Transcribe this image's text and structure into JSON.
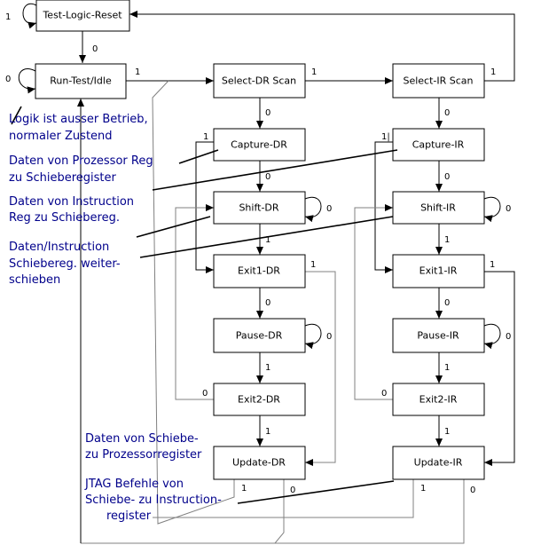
{
  "states": {
    "test_logic_reset": "Test-Logic-Reset",
    "run_test_idle": "Run-Test/Idle",
    "select_dr_scan": "Select-DR Scan",
    "select_ir_scan": "Select-IR Scan",
    "capture_dr": "Capture-DR",
    "capture_ir": "Capture-IR",
    "shift_dr": "Shift-DR",
    "shift_ir": "Shift-IR",
    "exit1_dr": "Exit1-DR",
    "exit1_ir": "Exit1-IR",
    "pause_dr": "Pause-DR",
    "pause_ir": "Pause-IR",
    "exit2_dr": "Exit2-DR",
    "exit2_ir": "Exit2-IR",
    "update_dr": "Update-DR",
    "update_ir": "Update-IR"
  },
  "labels": {
    "tlr_self": "1",
    "tlr_to_rti": "0",
    "rti_self": "0",
    "rti_to_seldr": "1",
    "seldr_to_selir": "1",
    "selir_to_tlr": "1",
    "seldr_to_capdr": "0",
    "selir_to_capir": "0",
    "capdr_to_exit1": "1",
    "capir_to_exit1": "1|",
    "capdr_to_shift": "0",
    "capir_to_shift": "0",
    "shiftdr_self": "0",
    "shiftir_self": "0",
    "shiftdr_to_exit1": "1",
    "shiftir_to_exit1": "1",
    "exit1dr_to_update": "1",
    "exit1ir_to_update": "1",
    "exit1dr_to_pause": "0",
    "exit1ir_to_pause": "0",
    "pausedr_self": "0",
    "pauseir_self": "0",
    "pausedr_to_exit2": "1",
    "pauseir_to_exit2": "1",
    "exit2dr_to_shift": "0",
    "exit2ir_to_shift": "0",
    "exit2dr_to_update": "1",
    "exit2ir_to_update": "1",
    "updatedr_1": "1",
    "updatedr_0": "0",
    "updateir_1": "1",
    "updateir_0": "0"
  },
  "annotations": {
    "logik_line1": "Logik ist ausser Betrieb,",
    "logik_line2": "normaler Zustend",
    "prozessor_line1": "Daten von Prozessor Reg",
    "prozessor_line2": "zu Schieberegister",
    "instruction_line1": "Daten von Instruction",
    "instruction_line2": "Reg zu Schiebereg.",
    "shift_line1": "Daten/Instruction",
    "shift_line2": "Schiebereg. weiter-",
    "shift_line3": "schieben",
    "update_dr_line1": "Daten von Schiebe-",
    "update_dr_line2": "zu Prozessorregister",
    "jtag_line1": "JTAG Befehle von",
    "jtag_line2": "Schiebe- zu Instruction-",
    "jtag_line3": "register"
  },
  "colors": {
    "annotation_text": "#00008b",
    "box_stroke": "#000000",
    "edge": "#000000",
    "bypass_edge": "#808080",
    "background": "#ffffff"
  }
}
